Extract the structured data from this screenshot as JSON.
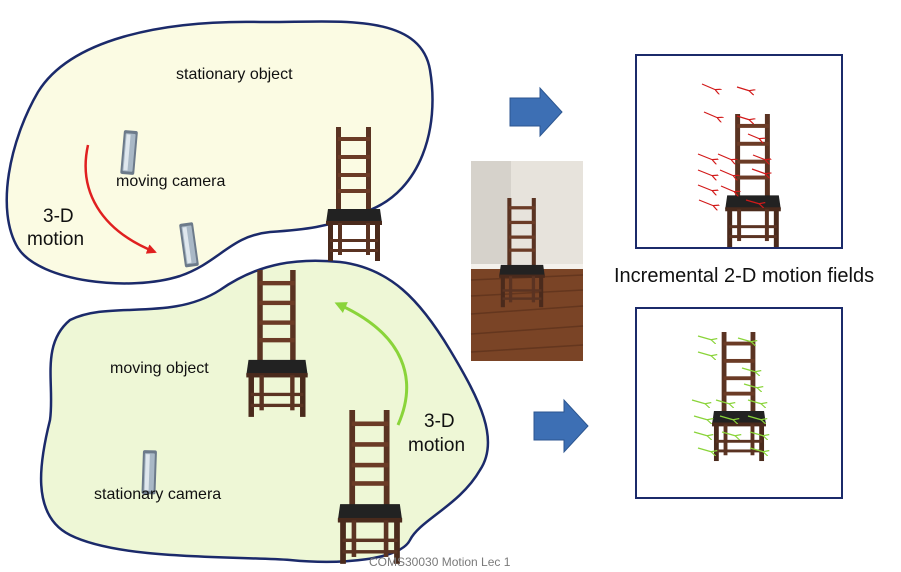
{
  "labels": {
    "stationary_object": "stationary object",
    "moving_camera": "moving camera",
    "motion_3d_line1": "3-D",
    "motion_3d_line2": "motion",
    "moving_object": "moving object",
    "stationary_camera": "stationary camera",
    "motion_3d_b_line1": "3-D",
    "motion_3d_b_line2": "motion",
    "incremental_fields": "Incremental 2-D motion fields"
  },
  "footer": "COMS30030 Motion Lec 1",
  "colors": {
    "blob_top": "#fbfbe3",
    "blob_bottom": "#eef7d6",
    "outline": "#1b2a6a",
    "arrow_block": "#3d6fb4",
    "red_motion": "#e02020",
    "green_motion": "#8ad43a",
    "chair_wood": "#5a3322",
    "chair_seat": "#222222"
  },
  "icons": [
    "chair-icon",
    "phone-camera-icon",
    "right-arrow-icon"
  ]
}
